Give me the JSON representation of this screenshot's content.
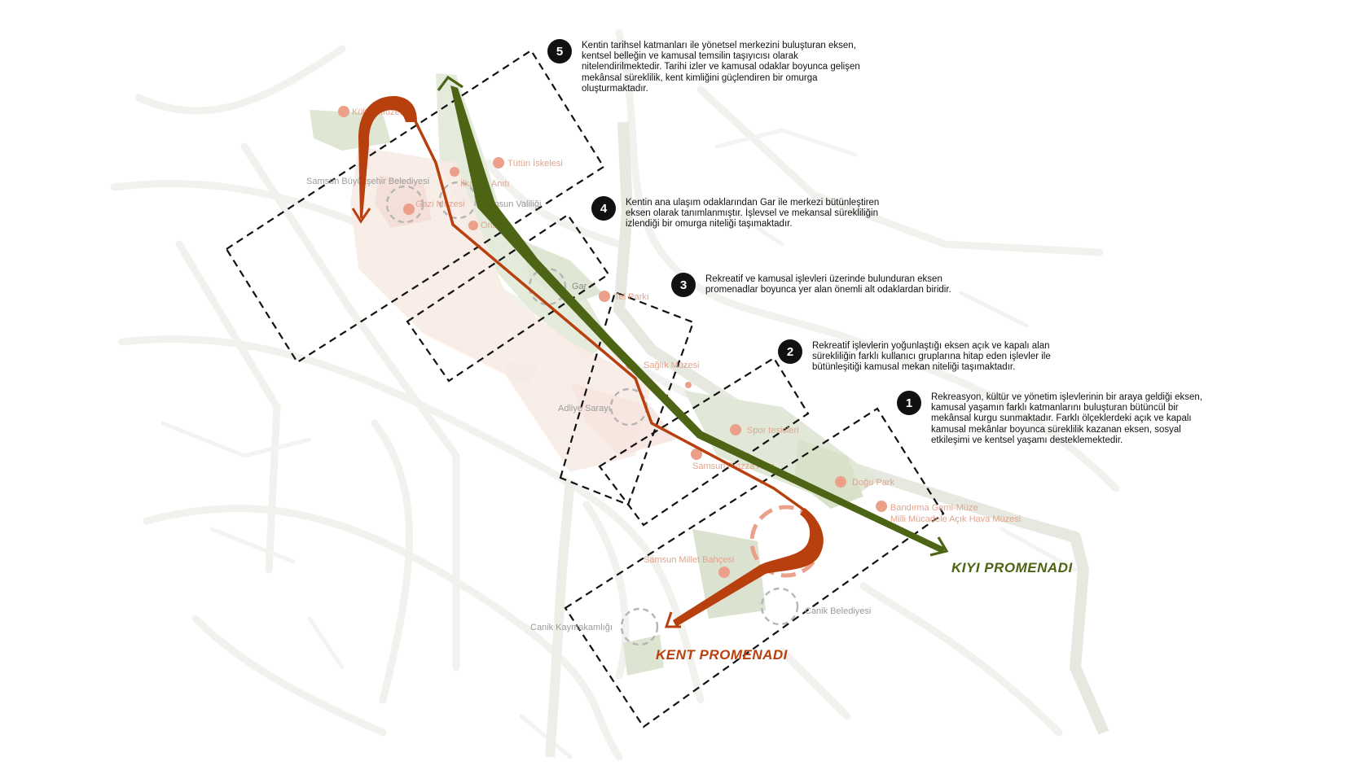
{
  "colors": {
    "kent_promenadi": "#b8400f",
    "kiyi_promenadi": "#4d6415",
    "landmark_dot": "#eaa089",
    "landmark_label": "#e3a48c",
    "grey_label": "#8a8a8a",
    "street": "#f1f1ee",
    "green_area": "#dfe6d3",
    "pink_area": "#f7e4de",
    "frame": "#111111"
  },
  "routes": {
    "kent": {
      "label": "KENT PROMENADI"
    },
    "kiyi": {
      "label": "KIYI PROMENADI"
    }
  },
  "map_labels": {
    "kultur_muzesi": "Kültür Müzesi",
    "tutun_iskelesi": "Tütün İskelesi",
    "buyuksehir": "Samsun Büyükşehir Belediyesi",
    "ilkadim_aniti": "İlkadım Anıtı",
    "gazi_muzesi": "Gazi Müzesi",
    "valilik": "Samsun Valiliği",
    "onur": "Onur",
    "gar": "Gar",
    "tren_parki": "Tel Parkı",
    "saglik_muzesi": "Sağlık Müzesi",
    "adliye_sarayi": "Adliye Sarayı",
    "spor_tesisleri": "Spor tesisleri",
    "samsun_avm": "Samsun Piazza Avm",
    "dogu_park": "Doğu Park",
    "bandirma": "Bandırma Gemi-Müze",
    "milli_mucadele": "Milli Mücadele Açık Hava Müzesi",
    "millet_bahcesi": "Samsun Millet Bahçesi",
    "canik_kaymakamligi": "Canik Kaymakamlığı",
    "canik_belediyesi": "Canik Belediyesi"
  },
  "notes": [
    {
      "number": "5",
      "text": "Kentin tarihsel katmanları ile yönetsel merkezini buluşturan eksen, kentsel belleğin ve kamusal temsilin taşıyıcısı olarak nitelendirilmektedir. Tarihi izler ve kamusal odaklar boyunca gelişen mekânsal süreklilik, kent kimliğini güçlendiren bir omurga oluşturmaktadır."
    },
    {
      "number": "4",
      "text": "Kentin ana ulaşım odaklarından Gar ile merkezi bütünleştiren eksen olarak tanımlanmıştır. İşlevsel ve mekansal sürekliliğin izlendiği bir omurga niteliği taşımaktadır."
    },
    {
      "number": "3",
      "text": "Rekreatif ve kamusal işlevleri üzerinde bulunduran eksen promenadlar boyunca yer alan önemli alt odaklardan biridir."
    },
    {
      "number": "2",
      "text": "Rekreatif işlevlerin yoğunlaştığı eksen açık ve kapalı alan sürekliliğin farklı kullanıcı gruplarına hitap eden işlevler ile bütünleşitiği kamusal mekan niteliği taşımaktadır."
    },
    {
      "number": "1",
      "text": "Rekreasyon, kültür ve yönetim işlevlerinin bir araya geldiği eksen, kamusal yaşamın farklı katmanlarını buluşturan bütüncül bir mekânsal kurgu sunmaktadır. Farklı ölçeklerdeki açık ve kapalı kamusal mekânlar boyunca süreklilik kazanan eksen, sosyal etkileşimi ve kentsel yaşamı desteklemektedir."
    }
  ]
}
